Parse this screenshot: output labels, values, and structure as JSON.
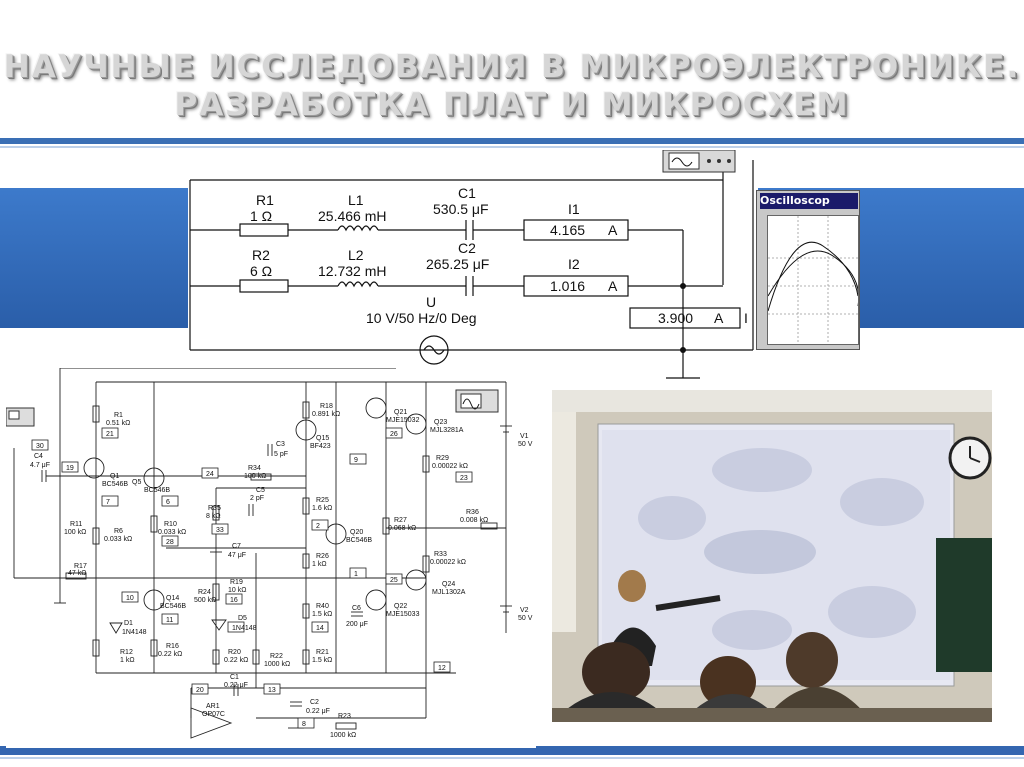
{
  "slide": {
    "title_line1": "НАУЧНЫЕ ИССЛЕДОВАНИЯ В МИКРОЭЛЕКТРОНИКЕ.",
    "title_line2": "РАЗРАБОТКА ПЛАТ И МИКРОСХЕМ"
  },
  "colors": {
    "accent_blue": "#3a6fb5",
    "band_blue": "#2f66b2"
  },
  "top_circuit": {
    "r1_name": "R1",
    "r1_value": "1 Ω",
    "l1_name": "L1",
    "l1_value": "25.466 mH",
    "c1_name": "C1",
    "c1_value": "530.5 μF",
    "i1_name": "I1",
    "i1_reading": "4.165",
    "i1_unit": "A",
    "r2_name": "R2",
    "r2_value": "6 Ω",
    "l2_name": "L2",
    "l2_value": "12.732 mH",
    "c2_name": "C2",
    "c2_value": "265.25 μF",
    "i2_name": "I2",
    "i2_reading": "1.016",
    "i2_unit": "A",
    "source_name": "U",
    "source_value": "10 V/50 Hz/0 Deg",
    "i_total_name": "I",
    "i_total_reading": "3.900",
    "i_total_unit": "A"
  },
  "oscilloscope": {
    "title": "Oscilloscop"
  },
  "amp_circuit": {
    "r1": "R1",
    "r1v": "0.51 kΩ",
    "n21": "21",
    "n30": "30",
    "c4": "C4",
    "c4v": "4.7 μF",
    "n19": "19",
    "q1": "Q1",
    "q1v": "BC546B",
    "q5": "Q5",
    "q5v": "BC546B",
    "n7": "7",
    "n6": "6",
    "r11": "R11",
    "r11v": "100 kΩ",
    "r6": "R6",
    "r6v": "0.033 kΩ",
    "r10": "R10",
    "r10v": "0.033 kΩ",
    "n28": "28",
    "r17": "R17",
    "r17v": "47 kΩ",
    "n10": "10",
    "q14": "Q14",
    "q14v": "BC546B",
    "n11": "11",
    "d1": "D1",
    "d1v": "1N4148",
    "r12": "R12",
    "r12v": "1 kΩ",
    "r16": "R16",
    "r16v": "0.22 kΩ",
    "n24": "24",
    "r35": "R35",
    "r35v": "8 kΩ",
    "n33": "33",
    "c7": "C7",
    "c7v": "47 μF",
    "r24": "R24",
    "r24v": "500 kΩ",
    "r19": "R19",
    "r19v": "10 kΩ",
    "n16": "16",
    "d5": "D5",
    "d5v": "1N4148",
    "r20": "R20",
    "r20v": "0.22 kΩ",
    "r22": "R22",
    "r22v": "1000 kΩ",
    "n20": "20",
    "c1": "C1",
    "c1v": "0.22 μF",
    "n13": "13",
    "ar1": "AR1",
    "ar1v": "OP07C",
    "c2": "C2",
    "c2v": "0.22 μF",
    "n8": "8",
    "r23": "R23",
    "r23v": "1000 kΩ",
    "r18": "R18",
    "r18v": "0.891 kΩ",
    "q15": "Q15",
    "q15v": "BF423",
    "c3": "C3",
    "c3v": "5 pF",
    "r34": "R34",
    "r34v": "100 kΩ",
    "c5": "C5",
    "c5v": "2 pF",
    "n9": "9",
    "r25": "R25",
    "r25v": "1.6 kΩ",
    "n2": "2",
    "q20": "Q20",
    "q20v": "BC546B",
    "r26": "R26",
    "r26v": "1 kΩ",
    "n1": "1",
    "r40": "R40",
    "r40v": "1.5 kΩ",
    "c6": "C6",
    "c6v": "200 μF",
    "n14": "14",
    "r21": "R21",
    "r21v": "1.5 kΩ",
    "q21": "Q21",
    "q21v": "MJE15032",
    "n26": "26",
    "q23": "Q23",
    "q23v": "MJL3281A",
    "r29": "R29",
    "r29v": "0.00022 kΩ",
    "n23": "23",
    "v1": "V1",
    "v1v": "50 V",
    "r36": "R36",
    "r36v": "0.008 kΩ",
    "r27": "R27",
    "r27v": "0.068 kΩ",
    "n25": "25",
    "r33": "R33",
    "r33v": "0.00022 kΩ",
    "q24": "Q24",
    "q24v": "MJL1302A",
    "q22": "Q22",
    "q22v": "MJE15033",
    "v2": "V2",
    "v2v": "50 V",
    "n12": "12"
  }
}
